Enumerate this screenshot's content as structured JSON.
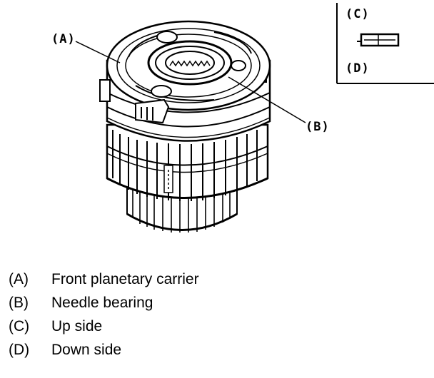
{
  "figure": {
    "callouts": {
      "a": "(A)",
      "b": "(B)",
      "c": "(C)",
      "d": "(D)"
    }
  },
  "legend": {
    "items": [
      {
        "key": "(A)",
        "text": "Front planetary carrier"
      },
      {
        "key": "(B)",
        "text": "Needle bearing"
      },
      {
        "key": "(C)",
        "text": "Up side"
      },
      {
        "key": "(D)",
        "text": "Down side"
      }
    ]
  }
}
